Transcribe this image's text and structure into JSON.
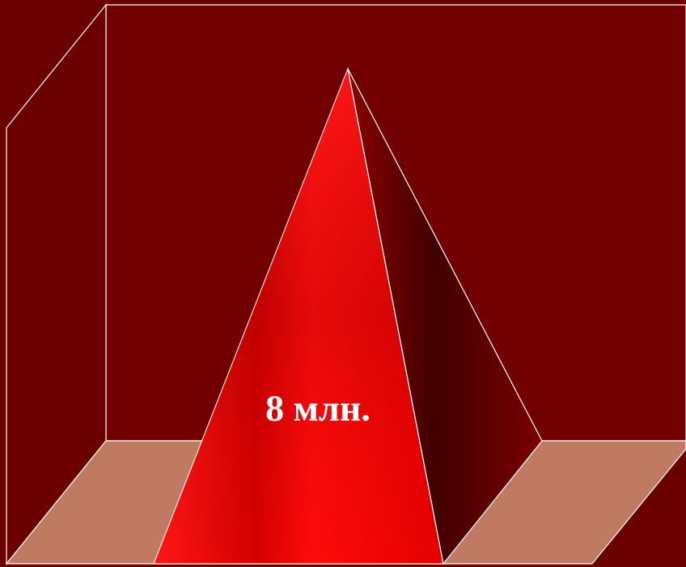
{
  "chart_data": {
    "type": "bar",
    "style": "3d-pyramid",
    "categories": [
      ""
    ],
    "values": [
      8
    ],
    "data_labels": [
      "8 млн."
    ],
    "title": "",
    "xlabel": "",
    "ylabel": "",
    "grid": false,
    "legend": "none"
  },
  "colors": {
    "background": "#6b0000",
    "wall": "#720000",
    "floor": "#c07a62",
    "edge": "#ffffff",
    "pyramid_front": "#ff0000",
    "pyramid_side": "#4a0000"
  }
}
